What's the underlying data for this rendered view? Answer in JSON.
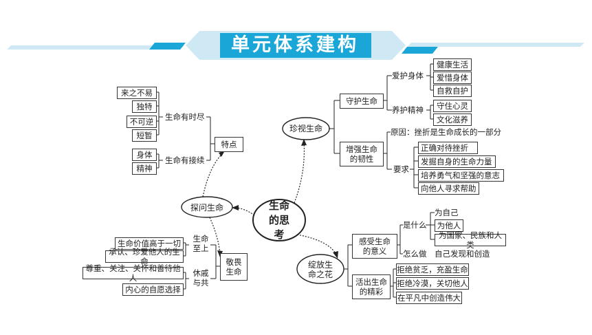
{
  "title": "单元体系建构",
  "colors": {
    "banner_fill": "#cfe9f4",
    "banner_title_bg": "#1aa7d8",
    "accent": "#1aa7d8"
  },
  "center": "生命的思考",
  "branches": {
    "zhenshi": {
      "label": "珍视生命",
      "shouhu": {
        "label": "守护生命",
        "aihu": {
          "label": "爱护身体",
          "items": [
            "健康生活",
            "爱惜身体",
            "自救自护"
          ]
        },
        "yanghu": {
          "label": "养护精神",
          "items": [
            "守住心灵",
            "文化滋养"
          ]
        }
      },
      "zengqiang": {
        "label": "增强生命的韧性",
        "yuanyin": "原因：挫折是生命成长的一部分",
        "yaoqiu": {
          "label": "要求",
          "items": [
            "正确对待挫折",
            "发掘自身的生命力量",
            "培养勇气和坚强的意志",
            "向他人寻求帮助"
          ]
        }
      }
    },
    "tanwen": {
      "label": "探问生命",
      "tedian": {
        "label": "特点",
        "youshijin": {
          "label": "生命有时尽",
          "items": [
            "来之不易",
            "独特",
            "不可逆",
            "短暂"
          ]
        },
        "youjiexu": {
          "label": "生命有接续",
          "items": [
            "身体",
            "精神"
          ]
        }
      },
      "jingwei": {
        "label": "敬畏生命",
        "zhishang": {
          "label": "生命至上",
          "items": [
            "生命价值高于一切",
            "承认、珍爱他人的生命"
          ]
        },
        "xiuqi": {
          "label": "休戚与共",
          "items": [
            "尊重、关注、关怀和善待他人",
            "内心的自愿选择"
          ]
        }
      }
    },
    "zhanfang": {
      "label": "绽放生命之花",
      "ganshou": {
        "label": "感受生命的意义",
        "shishenme": {
          "label": "是什么",
          "items": [
            "为自己",
            "为他人",
            "为国家、民族和人类"
          ]
        },
        "zenmezuo": {
          "label": "怎么做",
          "item": "自己发现和创造"
        }
      },
      "huochu": {
        "label": "活出生命的精彩",
        "items": [
          "拒绝贫乏，充盈生命",
          "拒绝冷漠，关切他人",
          "在平凡中创造伟大"
        ]
      }
    }
  }
}
